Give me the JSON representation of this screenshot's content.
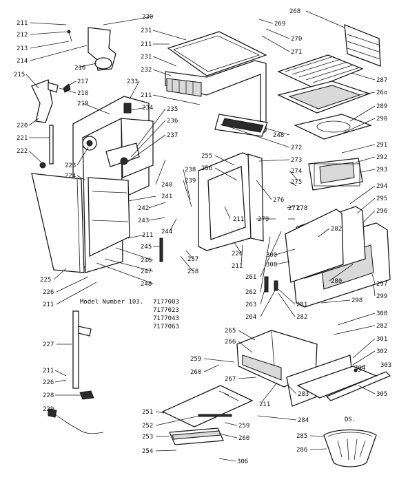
{
  "model": {
    "heading": "Model Number 103.",
    "numbers": [
      "7177003",
      "7177023",
      "7177043",
      "7177063"
    ]
  },
  "corner_mark": "DS.",
  "callouts": [
    {
      "id": "c211a",
      "text": "211"
    },
    {
      "id": "c212",
      "text": "212"
    },
    {
      "id": "c213",
      "text": "213"
    },
    {
      "id": "c214",
      "text": "214"
    },
    {
      "id": "c215",
      "text": "215"
    },
    {
      "id": "c216",
      "text": "216"
    },
    {
      "id": "c217",
      "text": "217"
    },
    {
      "id": "c218",
      "text": "218"
    },
    {
      "id": "c219",
      "text": "219"
    },
    {
      "id": "c220",
      "text": "220"
    },
    {
      "id": "c221",
      "text": "221"
    },
    {
      "id": "c222",
      "text": "222"
    },
    {
      "id": "c223",
      "text": "223"
    },
    {
      "id": "c224",
      "text": "224"
    },
    {
      "id": "c225",
      "text": "225"
    },
    {
      "id": "c226a",
      "text": "226"
    },
    {
      "id": "c211b",
      "text": "211"
    },
    {
      "id": "c227",
      "text": "227"
    },
    {
      "id": "c211c",
      "text": "211"
    },
    {
      "id": "c226b",
      "text": "226"
    },
    {
      "id": "c228",
      "text": "228"
    },
    {
      "id": "c229",
      "text": "229"
    },
    {
      "id": "c230",
      "text": "230"
    },
    {
      "id": "c231",
      "text": "231"
    },
    {
      "id": "c211d",
      "text": "211"
    },
    {
      "id": "c231b",
      "text": "231"
    },
    {
      "id": "c232",
      "text": "232"
    },
    {
      "id": "c233",
      "text": "233"
    },
    {
      "id": "c211e",
      "text": "211"
    },
    {
      "id": "c234",
      "text": "234"
    },
    {
      "id": "c235",
      "text": "235"
    },
    {
      "id": "c236",
      "text": "236"
    },
    {
      "id": "c237",
      "text": "237"
    },
    {
      "id": "c238",
      "text": "238"
    },
    {
      "id": "c239",
      "text": "239"
    },
    {
      "id": "c240",
      "text": "240"
    },
    {
      "id": "c241",
      "text": "241"
    },
    {
      "id": "c242",
      "text": "242"
    },
    {
      "id": "c243",
      "text": "243"
    },
    {
      "id": "c244",
      "text": "244"
    },
    {
      "id": "c211f",
      "text": "211"
    },
    {
      "id": "c245",
      "text": "245"
    },
    {
      "id": "c246",
      "text": "246"
    },
    {
      "id": "c247",
      "text": "247"
    },
    {
      "id": "c248a",
      "text": "248"
    },
    {
      "id": "c248b",
      "text": "248"
    },
    {
      "id": "c255",
      "text": "255"
    },
    {
      "id": "c256",
      "text": "256"
    },
    {
      "id": "c211g",
      "text": "211"
    },
    {
      "id": "c226c",
      "text": "226"
    },
    {
      "id": "c211h",
      "text": "211"
    },
    {
      "id": "c257",
      "text": "257"
    },
    {
      "id": "c258",
      "text": "258"
    },
    {
      "id": "c261",
      "text": "261"
    },
    {
      "id": "c262",
      "text": "262"
    },
    {
      "id": "c263",
      "text": "263"
    },
    {
      "id": "c264",
      "text": "264"
    },
    {
      "id": "c268",
      "text": "268"
    },
    {
      "id": "c269",
      "text": "269"
    },
    {
      "id": "c270",
      "text": "270"
    },
    {
      "id": "c271",
      "text": "271"
    },
    {
      "id": "c287",
      "text": "287"
    },
    {
      "id": "c26o",
      "text": "26o"
    },
    {
      "id": "c289",
      "text": "289"
    },
    {
      "id": "c290",
      "text": "290"
    },
    {
      "id": "c272",
      "text": "272"
    },
    {
      "id": "c273",
      "text": "273"
    },
    {
      "id": "c274",
      "text": "274"
    },
    {
      "id": "c275",
      "text": "275"
    },
    {
      "id": "c276",
      "text": "276"
    },
    {
      "id": "c277",
      "text": "277"
    },
    {
      "id": "c278",
      "text": "278"
    },
    {
      "id": "c279",
      "text": "279"
    },
    {
      "id": "c291",
      "text": "291"
    },
    {
      "id": "c292",
      "text": "292"
    },
    {
      "id": "c293",
      "text": "293"
    },
    {
      "id": "c294",
      "text": "294"
    },
    {
      "id": "c295",
      "text": "295"
    },
    {
      "id": "c296",
      "text": "296"
    },
    {
      "id": "c282a",
      "text": "282"
    },
    {
      "id": "c300a",
      "text": "300"
    },
    {
      "id": "c308",
      "text": "308"
    },
    {
      "id": "c280",
      "text": "280"
    },
    {
      "id": "c297",
      "text": "297"
    },
    {
      "id": "c299",
      "text": "299"
    },
    {
      "id": "c298",
      "text": "298"
    },
    {
      "id": "c281",
      "text": "281"
    },
    {
      "id": "c282b",
      "text": "282"
    },
    {
      "id": "c300b",
      "text": "300"
    },
    {
      "id": "c282c",
      "text": "282"
    },
    {
      "id": "c301",
      "text": "301"
    },
    {
      "id": "c302",
      "text": "302"
    },
    {
      "id": "c303",
      "text": "303"
    },
    {
      "id": "c304",
      "text": "304"
    },
    {
      "id": "c305",
      "text": "305"
    },
    {
      "id": "c265",
      "text": "265"
    },
    {
      "id": "c266",
      "text": "266"
    },
    {
      "id": "c259a",
      "text": "259"
    },
    {
      "id": "c260a",
      "text": "260"
    },
    {
      "id": "c267",
      "text": "267"
    },
    {
      "id": "c211i",
      "text": "211"
    },
    {
      "id": "c283",
      "text": "283"
    },
    {
      "id": "c284",
      "text": "284"
    },
    {
      "id": "c251",
      "text": "251"
    },
    {
      "id": "c252",
      "text": "252"
    },
    {
      "id": "c259b",
      "text": "259"
    },
    {
      "id": "c253",
      "text": "253"
    },
    {
      "id": "c260b",
      "text": "260"
    },
    {
      "id": "c254",
      "text": "254"
    },
    {
      "id": "c306",
      "text": "306"
    },
    {
      "id": "c285",
      "text": "285"
    },
    {
      "id": "c286",
      "text": "286"
    }
  ]
}
